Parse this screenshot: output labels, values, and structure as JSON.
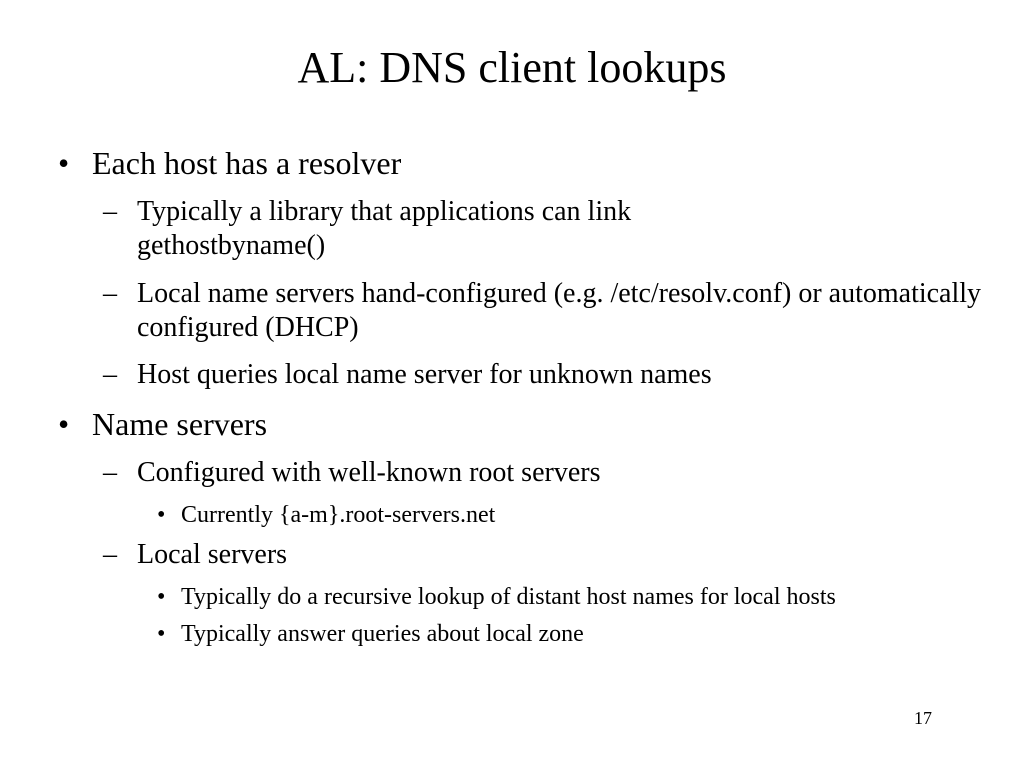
{
  "slide": {
    "title": "AL: DNS client lookups",
    "page_number": "17",
    "markers": {
      "bullet": "•",
      "dash": "–"
    },
    "items": [
      {
        "level": 1,
        "text": "Each host has a resolver"
      },
      {
        "level": 2,
        "text": "Typically a library that applications can link gethostbyname()"
      },
      {
        "level": 2,
        "text": "Local name servers hand-configured (e.g. /etc/resolv.conf) or automatically configured (DHCP)"
      },
      {
        "level": 2,
        "text": "Host queries local name server for unknown names"
      },
      {
        "level": 1,
        "text": "Name servers"
      },
      {
        "level": 2,
        "text": "Configured with well-known root servers"
      },
      {
        "level": 3,
        "text": "Currently {a-m}.root-servers.net"
      },
      {
        "level": 2,
        "text": "Local servers"
      },
      {
        "level": 3,
        "text": "Typically do a recursive lookup of distant host names for local hosts"
      },
      {
        "level": 3,
        "text": "Typically answer queries about local zone"
      }
    ]
  }
}
